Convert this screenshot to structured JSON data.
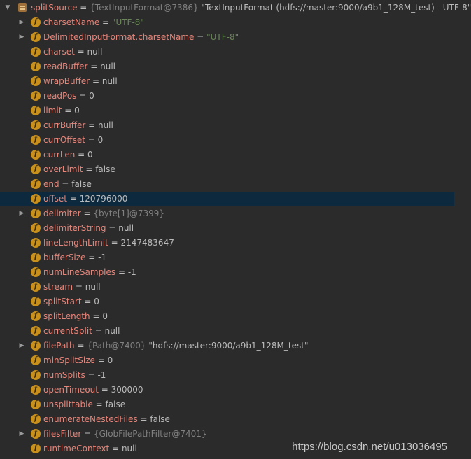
{
  "root": {
    "name": "splitSource",
    "ref": "{TextInputFormat@7386}",
    "value": "\"TextInputFormat (hdfs://master:9000/a9b1_128M_test) - UTF-8\""
  },
  "fields": [
    {
      "name": "charsetName",
      "value": "\"UTF-8\"",
      "kind": "str",
      "expandable": true
    },
    {
      "name": "DelimitedInputFormat.charsetName",
      "value": "\"UTF-8\"",
      "kind": "str",
      "expandable": true
    },
    {
      "name": "charset",
      "value": "null",
      "kind": "val",
      "expandable": false
    },
    {
      "name": "readBuffer",
      "value": "null",
      "kind": "val",
      "expandable": false
    },
    {
      "name": "wrapBuffer",
      "value": "null",
      "kind": "val",
      "expandable": false
    },
    {
      "name": "readPos",
      "value": "0",
      "kind": "val",
      "expandable": false
    },
    {
      "name": "limit",
      "value": "0",
      "kind": "val",
      "expandable": false
    },
    {
      "name": "currBuffer",
      "value": "null",
      "kind": "val",
      "expandable": false
    },
    {
      "name": "currOffset",
      "value": "0",
      "kind": "val",
      "expandable": false
    },
    {
      "name": "currLen",
      "value": "0",
      "kind": "val",
      "expandable": false
    },
    {
      "name": "overLimit",
      "value": "false",
      "kind": "val",
      "expandable": false
    },
    {
      "name": "end",
      "value": "false",
      "kind": "val",
      "expandable": false
    },
    {
      "name": "offset",
      "value": "120796000",
      "kind": "val",
      "expandable": false,
      "selected": true
    },
    {
      "name": "delimiter",
      "value": "{byte[1]@7399}",
      "kind": "ref",
      "expandable": true
    },
    {
      "name": "delimiterString",
      "value": "null",
      "kind": "val",
      "expandable": false
    },
    {
      "name": "lineLengthLimit",
      "value": "2147483647",
      "kind": "val",
      "expandable": false
    },
    {
      "name": "bufferSize",
      "value": "-1",
      "kind": "val",
      "expandable": false
    },
    {
      "name": "numLineSamples",
      "value": "-1",
      "kind": "val",
      "expandable": false
    },
    {
      "name": "stream",
      "value": "null",
      "kind": "val",
      "expandable": false
    },
    {
      "name": "splitStart",
      "value": "0",
      "kind": "val",
      "expandable": false
    },
    {
      "name": "splitLength",
      "value": "0",
      "kind": "val",
      "expandable": false
    },
    {
      "name": "currentSplit",
      "value": "null",
      "kind": "val",
      "expandable": false
    },
    {
      "name": "filePath",
      "value": "{Path@7400}",
      "extra": "\"hdfs://master:9000/a9b1_128M_test\"",
      "kind": "ref",
      "expandable": true
    },
    {
      "name": "minSplitSize",
      "value": "0",
      "kind": "val",
      "expandable": false
    },
    {
      "name": "numSplits",
      "value": "-1",
      "kind": "val",
      "expandable": false
    },
    {
      "name": "openTimeout",
      "value": "300000",
      "kind": "val",
      "expandable": false
    },
    {
      "name": "unsplittable",
      "value": "false",
      "kind": "val",
      "expandable": false
    },
    {
      "name": "enumerateNestedFiles",
      "value": "false",
      "kind": "val",
      "expandable": false
    },
    {
      "name": "filesFilter",
      "value": "{GlobFilePathFilter@7401}",
      "kind": "ref",
      "expandable": true
    },
    {
      "name": "runtimeContext",
      "value": "null",
      "kind": "val",
      "expandable": false
    }
  ],
  "icons": {
    "expanded": "chevron-down-icon",
    "collapsed": "chevron-right-icon",
    "field": "field-icon",
    "variable": "variable-icon"
  },
  "colors": {
    "background": "#2b2b2b",
    "field_name": "#e8857a",
    "string_value": "#6a8759",
    "reference": "#808080",
    "selection": "#0d293e",
    "field_icon": "#c9901c"
  },
  "watermark": "https://blog.csdn.net/u013036495"
}
